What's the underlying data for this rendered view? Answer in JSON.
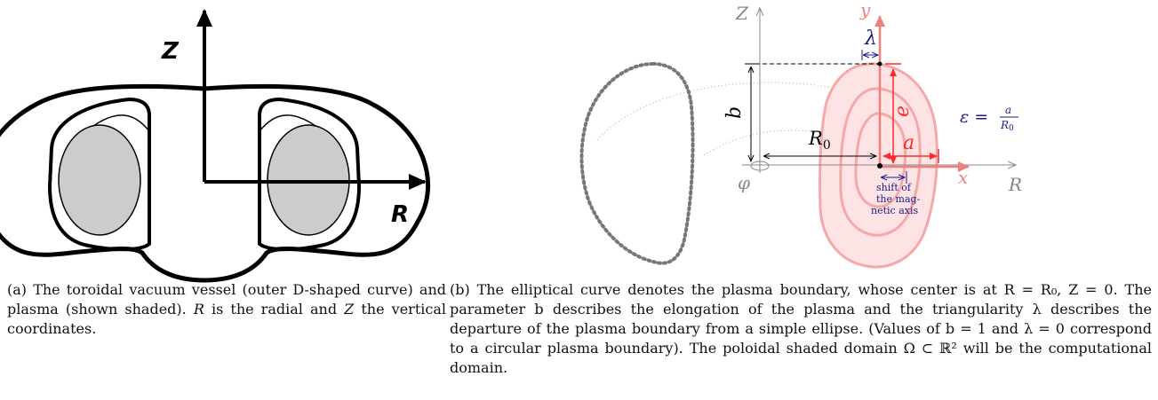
{
  "figure_a": {
    "z_label": "Z",
    "r_label": "R"
  },
  "figure_b": {
    "z_axis_label": "Z",
    "r_axis_label": "R",
    "y_label": "y",
    "x_label": "x",
    "lambda_label": "λ",
    "b_label": "b",
    "r0_label": "R",
    "r0_sub": "0",
    "e_label": "e",
    "a_label": "a",
    "phi_label": "φ",
    "epsilon_lhs": "ε =",
    "epsilon_num": "a",
    "epsilon_den": "R",
    "epsilon_den_sub": "0",
    "shift_line1": "shift of",
    "shift_line2": "the mag-",
    "shift_line3": "netic axis"
  },
  "captions": {
    "a": {
      "prefix": "(a) The toroidal vacuum vessel (outer D-shaped curve) and plasma (shown shaded). ",
      "r": "R",
      "mid": " is the radial and ",
      "z": "Z",
      "suffix": " the vertical coordinates."
    },
    "b": {
      "text": "(b) The elliptical curve denotes the plasma boundary, whose center is at R = R₀, Z = 0. The parameter b describes the elongation of the plasma and the triangularity λ describes the departure of the plasma boundary from a simple ellipse. (Values of b = 1 and λ = 0 correspond to a circular plasma boundary). The poloidal shaded domain Ω ⊂ ℝ² will be the computational domain."
    }
  },
  "colors": {
    "pink_fill": "#fde3e3",
    "pink_stroke": "#f5a8a8",
    "red": "#ff2a2a",
    "salmon": "#f08080",
    "navy": "#1a1a8c",
    "grey": "#888888",
    "shade": "#cccccc"
  }
}
